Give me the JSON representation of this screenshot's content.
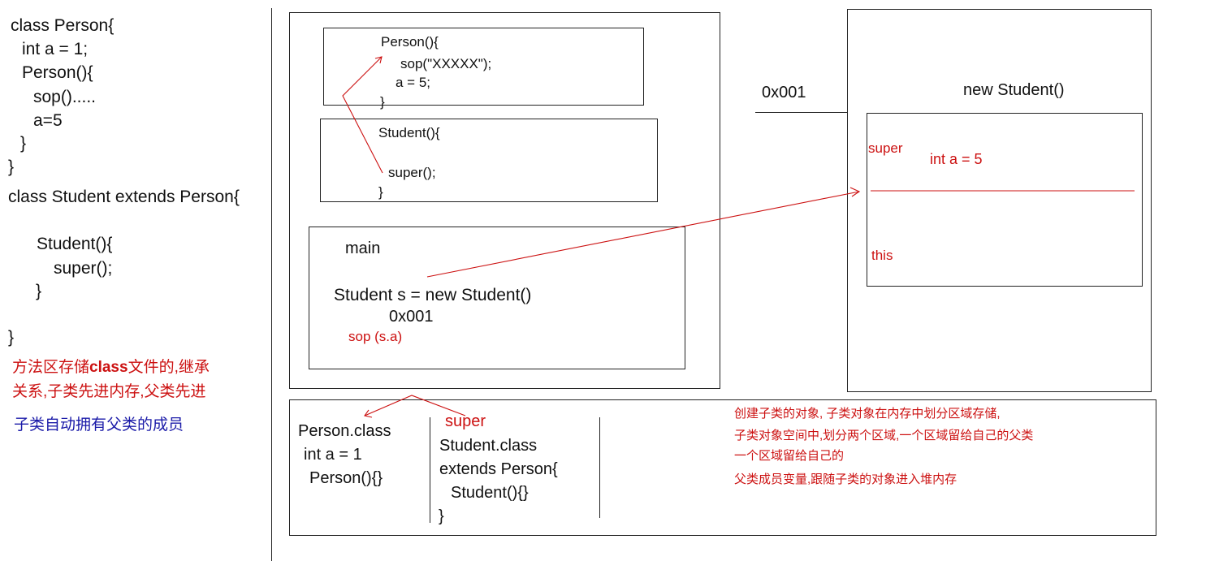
{
  "left_code": [
    "class Person{",
    "int a = 1;",
    "Person(){",
    "sop().....",
    "a=5",
    "}",
    "}",
    "class Student extends Person{",
    "Student(){",
    "super();",
    "}",
    "}"
  ],
  "left_notes": {
    "method_area_line1_prefix": "方法区存储",
    "method_area_line1_bold": "class",
    "method_area_line1_suffix": "文件的,继承",
    "method_area_line2": "关系,子类先进内存,父类先进",
    "auto_inherit": "子类自动拥有父类的成员"
  },
  "stack": {
    "person_ctor": [
      "Person(){",
      "sop(\"XXXXX\");",
      "a = 5;",
      "}"
    ],
    "student_ctor": [
      "Student(){",
      "super();",
      "}"
    ],
    "main_label": "main",
    "main_statement": "Student s = new Student()",
    "main_address": "0x001",
    "main_sop": "sop (s.a)"
  },
  "heap": {
    "address": "0x001",
    "object_title": "new Student()",
    "super_label": "super",
    "field": "int a = 5",
    "this_label": "this"
  },
  "method_area": {
    "person_class": [
      "Person.class",
      "int a = 1",
      "Person(){}"
    ],
    "super_label": "super",
    "student_class": [
      "Student.class",
      "extends Person{",
      "Student(){}",
      "}"
    ],
    "notes": [
      "创建子类的对象, 子类对象在内存中划分区域存储,",
      "子类对象空间中,划分两个区域,一个区域留给自己的父类",
      "一个区域留给自己的",
      "父类成员变量,跟随子类的对象进入堆内存"
    ]
  },
  "colors": {
    "line": "#222222",
    "annotation_red": "#cc1111",
    "note_blue": "#1a1aa8"
  }
}
